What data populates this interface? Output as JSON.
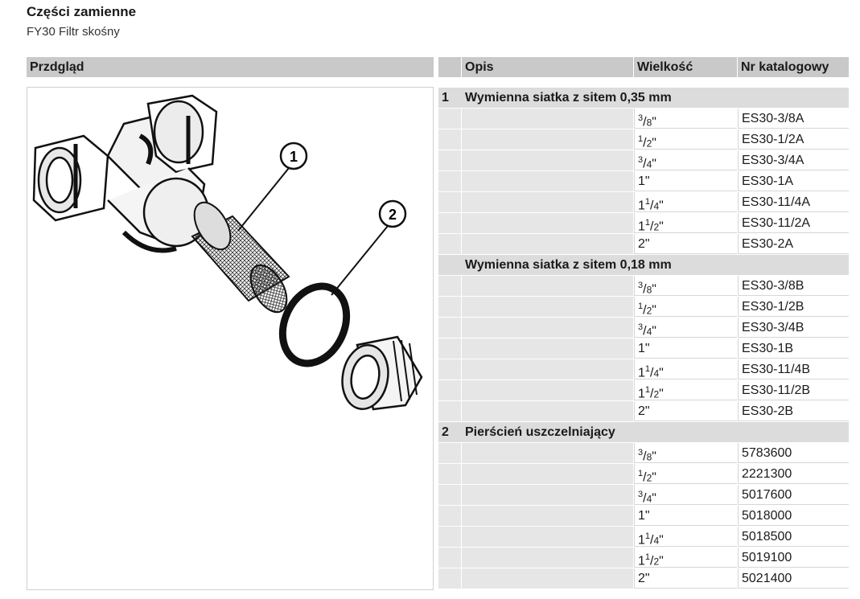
{
  "title": "Części zamienne",
  "subtitle": "FY30 Filtr skośny",
  "headers": {
    "overview": "Przdgląd",
    "description": "Opis",
    "size": "Wielkość",
    "catalog": "Nr katalogowy"
  },
  "callouts": [
    "1",
    "2"
  ],
  "sections": [
    {
      "number": "1",
      "title": "Wymienna siatka z sitem 0,35 mm",
      "rows": [
        {
          "size": "3/8\"",
          "catalog": "ES30-3/8A"
        },
        {
          "size": "1/2\"",
          "catalog": "ES30-1/2A"
        },
        {
          "size": "3/4\"",
          "catalog": "ES30-3/4A"
        },
        {
          "size": "1\"",
          "catalog": "ES30-1A"
        },
        {
          "size": "1 1/4\"",
          "catalog": "ES30-11/4A"
        },
        {
          "size": "1 1/2\"",
          "catalog": "ES30-11/2A"
        },
        {
          "size": "2\"",
          "catalog": "ES30-2A"
        }
      ]
    },
    {
      "number": "",
      "title": "Wymienna siatka z sitem 0,18 mm",
      "rows": [
        {
          "size": "3/8\"",
          "catalog": "ES30-3/8B"
        },
        {
          "size": "1/2\"",
          "catalog": "ES30-1/2B"
        },
        {
          "size": "3/4\"",
          "catalog": "ES30-3/4B"
        },
        {
          "size": "1\"",
          "catalog": "ES30-1B"
        },
        {
          "size": "1 1/4\"",
          "catalog": "ES30-11/4B"
        },
        {
          "size": "1 1/2\"",
          "catalog": "ES30-11/2B"
        },
        {
          "size": "2\"",
          "catalog": "ES30-2B"
        }
      ]
    },
    {
      "number": "2",
      "title": "Pierścień uszczelniający",
      "rows": [
        {
          "size": "3/8\"",
          "catalog": "5783600"
        },
        {
          "size": "1/2\"",
          "catalog": "2221300"
        },
        {
          "size": "3/4\"",
          "catalog": "5017600"
        },
        {
          "size": "1\"",
          "catalog": "5018000"
        },
        {
          "size": "1 1/4\"",
          "catalog": "5018500"
        },
        {
          "size": "1 1/2\"",
          "catalog": "5019100"
        },
        {
          "size": "2\"",
          "catalog": "5021400"
        }
      ]
    }
  ]
}
